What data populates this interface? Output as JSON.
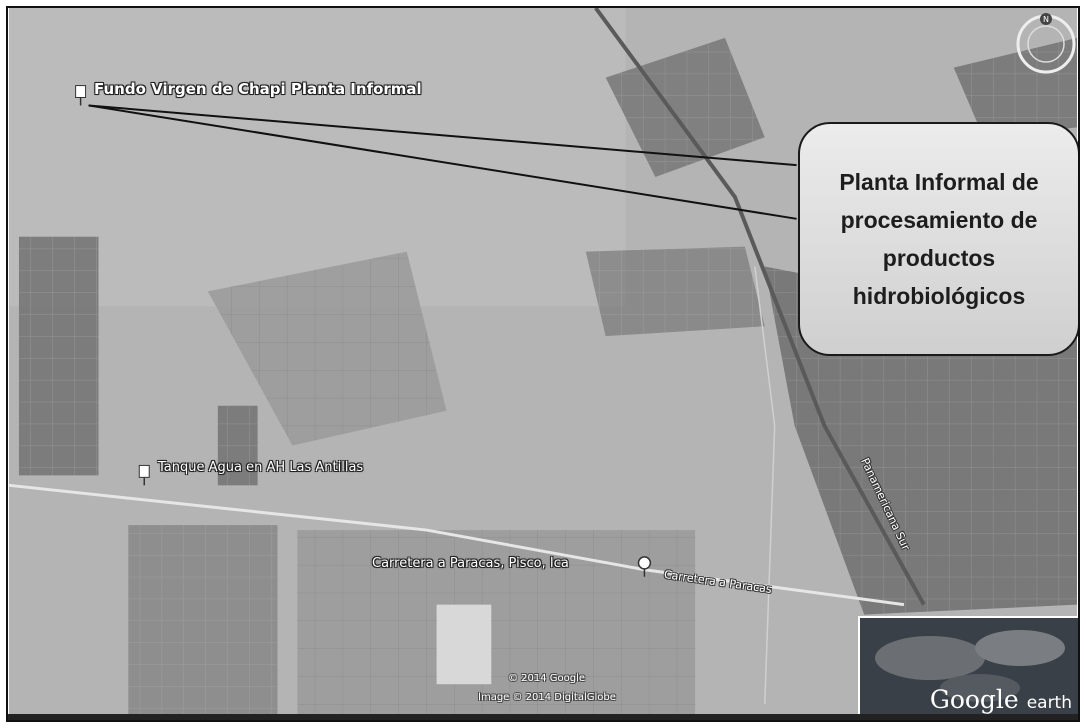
{
  "placemarks": [
    {
      "label": "Fundo Virgen de Chapi Planta Informal"
    },
    {
      "label": "Tanque Agua en AH Las Antillas"
    },
    {
      "label": "Carretera a Paracas, Pisco, Ica"
    }
  ],
  "roads": [
    {
      "label": "Carretera a Paracas"
    },
    {
      "label": "Panamericana Sur"
    }
  ],
  "callout": {
    "lines": [
      "Planta Informal de",
      "procesamiento de",
      "productos",
      "hidrobiológicos"
    ]
  },
  "credits": {
    "copyright": "© 2014 Google",
    "imagery": "Image © 2014 DigitalGlobe"
  },
  "brand": {
    "name": "Google",
    "suffix": "earth"
  },
  "compass": {
    "north": "N"
  }
}
